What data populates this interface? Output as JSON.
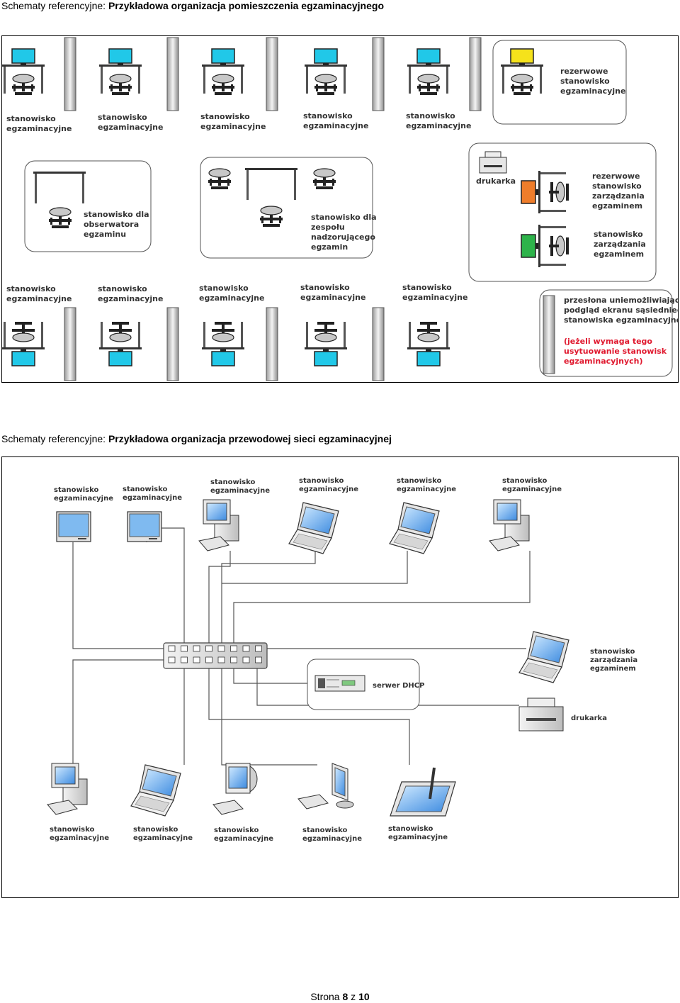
{
  "heading1": {
    "prefix": "Schematy referencyjne:",
    "title": "Przykładowa organizacja pomieszczenia egzaminacyjnego"
  },
  "heading2": {
    "prefix": "Schematy referencyjne:",
    "title": "Przykładowa organizacja przewodowej sieci egzaminacyjnej"
  },
  "room": {
    "top_stations": [
      [
        "stanowisko",
        "egzaminacyjne"
      ],
      [
        "stanowisko",
        "egzaminacyjne"
      ],
      [
        "stanowisko",
        "egzaminacyjne"
      ],
      [
        "stanowisko",
        "egzaminacyjne"
      ],
      [
        "stanowisko",
        "egzaminacyjne"
      ]
    ],
    "bottom_stations": [
      [
        "stanowisko",
        "egzaminacyjne"
      ],
      [
        "stanowisko",
        "egzaminacyjne"
      ],
      [
        "stanowisko",
        "egzaminacyjne"
      ],
      [
        "stanowisko",
        "egzaminacyjne"
      ],
      [
        "stanowisko",
        "egzaminacyjne"
      ]
    ],
    "reserve_station": [
      "rezerwowe",
      "stanowisko",
      "egzaminacyjne"
    ],
    "observer_station": [
      "stanowisko dla",
      "obserwatora",
      "egzaminu"
    ],
    "team_station": [
      "stanowisko dla",
      "zespołu",
      "nadzorującego",
      "egzamin"
    ],
    "printer": "drukarka",
    "reserve_mgmt": [
      "rezerwowe",
      "stanowisko",
      "zarządzania",
      "egzaminem"
    ],
    "mgmt": [
      "stanowisko",
      "zarządzania",
      "egzaminem"
    ],
    "screen_note": [
      "przesłona uniemożliwiająca",
      "podgląd ekranu sąsiedniego",
      "stanowiska egzaminacyjnego"
    ],
    "screen_note_red": [
      "(jeżeli wymaga tego",
      "usytuowanie stanowisk",
      "egzaminacyjnych)"
    ],
    "colors": {
      "monitor": "#21c8e8",
      "reserve_monitor": "#f5e21b",
      "reserve_mgmt_monitor": "#ef7d2b",
      "mgmt_monitor": "#2db34a",
      "note_red": "#e0192f"
    }
  },
  "network": {
    "top_devices": [
      [
        "stanowisko",
        "egzaminacyjne"
      ],
      [
        "stanowisko",
        "egzaminacyjne"
      ],
      [
        "stanowisko",
        "egzaminacyjne"
      ],
      [
        "stanowisko",
        "egzaminacyjne"
      ],
      [
        "stanowisko",
        "egzaminacyjne"
      ],
      [
        "stanowisko",
        "egzaminacyjne"
      ]
    ],
    "bottom_devices": [
      [
        "stanowisko",
        "egzaminacyjne"
      ],
      [
        "stanowisko",
        "egzaminacyjne"
      ],
      [
        "stanowisko",
        "egzaminacyjne"
      ],
      [
        "stanowisko",
        "egzaminacyjne"
      ],
      [
        "stanowisko",
        "egzaminacyjne"
      ]
    ],
    "dhcp": "serwer DHCP",
    "mgmt": [
      "stanowisko",
      "zarządzania",
      "egzaminem"
    ],
    "printer": "drukarka"
  },
  "footer": {
    "prefix": "Strona",
    "page": "8",
    "sep": "z",
    "total": "10"
  }
}
